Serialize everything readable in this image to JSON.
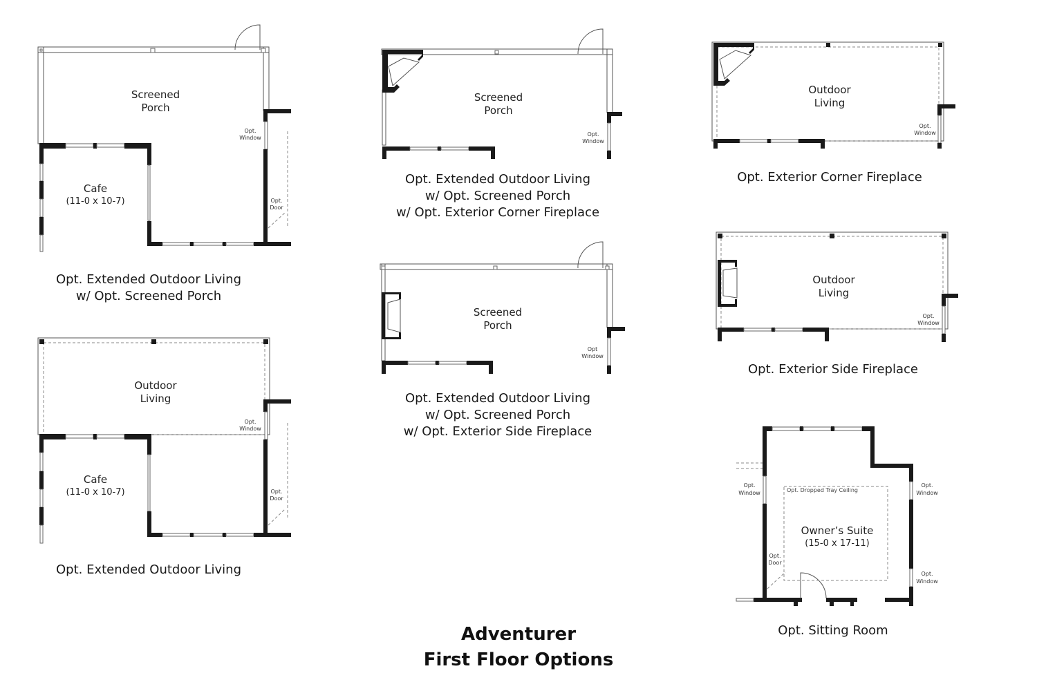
{
  "title": {
    "line1": "Adventurer",
    "line2": "First Floor Options"
  },
  "plans": [
    {
      "id": "ext-outdoor-screened",
      "rooms": [
        "Screened Porch",
        "Cafe"
      ],
      "room_labels": {
        "main_line1": "Screened",
        "main_line2": "Porch",
        "cafe": "Cafe",
        "cafe_dim": "(11-0 x 10-7)"
      },
      "annotations": {
        "opt": "Opt.",
        "window": "Window",
        "door": "Door"
      },
      "caption": [
        "Opt. Extended Outdoor Living",
        "w/ Opt. Screened Porch"
      ]
    },
    {
      "id": "ext-outdoor-screened-corner-fireplace",
      "room_labels": {
        "main_line1": "Screened",
        "main_line2": "Porch"
      },
      "annotations": {
        "opt": "Opt.",
        "window": "Window"
      },
      "caption": [
        "Opt. Extended Outdoor Living",
        "w/ Opt. Screened Porch",
        "w/ Opt. Exterior Corner Fireplace"
      ]
    },
    {
      "id": "ext-corner-fireplace",
      "room_labels": {
        "main_line1": "Outdoor",
        "main_line2": "Living"
      },
      "annotations": {
        "opt": "Opt.",
        "window": "Window"
      },
      "caption": [
        "Opt. Exterior Corner Fireplace"
      ]
    },
    {
      "id": "ext-outdoor-screened-side-fireplace",
      "room_labels": {
        "main_line1": "Screened",
        "main_line2": "Porch"
      },
      "annotations": {
        "opt": "Opt",
        "window": "Window"
      },
      "caption": [
        "Opt. Extended Outdoor Living",
        "w/ Opt. Screened Porch",
        "w/ Opt. Exterior Side Fireplace"
      ]
    },
    {
      "id": "ext-side-fireplace",
      "room_labels": {
        "main_line1": "Outdoor",
        "main_line2": "Living"
      },
      "annotations": {
        "opt": "Opt.",
        "window": "Window"
      },
      "caption": [
        "Opt. Exterior Side Fireplace"
      ]
    },
    {
      "id": "ext-outdoor",
      "room_labels": {
        "main_line1": "Outdoor",
        "main_line2": "Living",
        "cafe": "Cafe",
        "cafe_dim": "(11-0 x 10-7)"
      },
      "annotations": {
        "opt": "Opt.",
        "window": "Window",
        "door": "Door"
      },
      "caption": [
        "Opt. Extended Outdoor Living"
      ]
    },
    {
      "id": "sitting-room",
      "room_labels": {
        "main_line1": "Owner’s Suite",
        "main_line2": "(15-0 x 17-11)",
        "tray": "Opt. Dropped Tray Ceiling"
      },
      "annotations": {
        "opt": "Opt.",
        "window": "Window",
        "door": "Door"
      },
      "caption": [
        "Opt. Sitting Room"
      ]
    }
  ]
}
